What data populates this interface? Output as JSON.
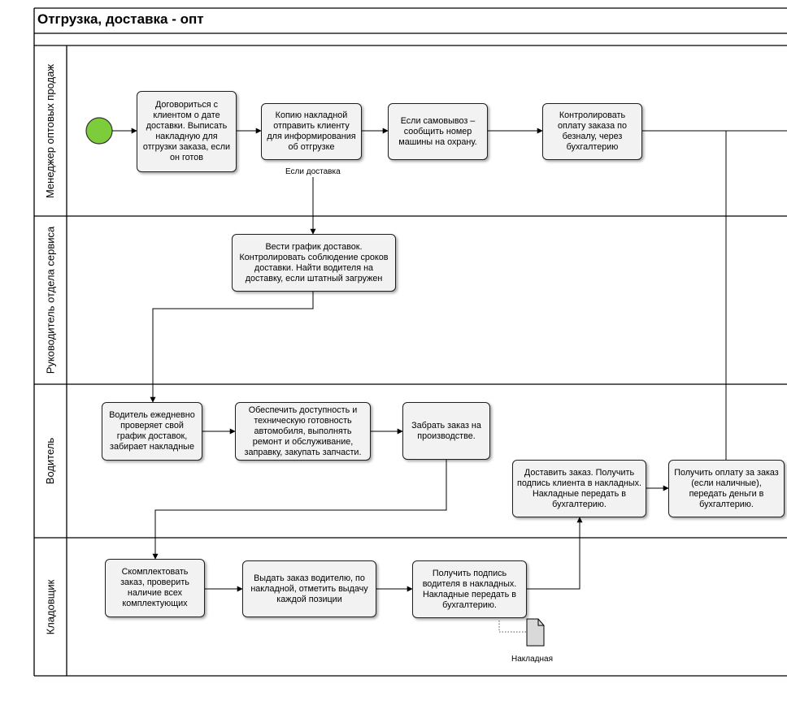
{
  "title": "Отгрузка, доставка - опт",
  "lanes": [
    "Менеджер оптовых продаж",
    "Руководитель отдела сервиса",
    "Водитель",
    "Кладовщик"
  ],
  "tasks": {
    "t1": "Договориться с клиентом о дате доставки. Выписать накладную для отгрузки заказа, если он готов",
    "t2": "Копию накладной отправить клиенту для информирования об отгрузке",
    "t3": "Если самовывоз – сообщить номер машины на охрану.",
    "t4": "Контролировать оплату заказа по безналу, через бухгалтерию",
    "t5": "Вести график доставок. Контролировать соблюдение сроков доставки. Найти водителя на доставку, если штатный загружен",
    "t6": "Водитель ежедневно проверяет свой график доставок, забирает накладные",
    "t7": "Обеспечить доступность и техническую готовность автомобиля, выполнять ремонт и обслуживание, заправку, закупать запчасти.",
    "t8": "Забрать заказ на производстве.",
    "t9": "Доставить заказ. Получить подпись клиента в накладных. Накладные передать в бухгалтерию.",
    "t10": "Получить оплату за заказ (если наличные), передать деньги в бухгалтерию.",
    "t11": "Скомплектовать заказ, проверить наличие всех комплектующих",
    "t12": "Выдать заказ водителю, по накладной, отметить выдачу каждой позиции",
    "t13": "Получить подпись водителя в накладных. Накладные передать в бухгалтерию."
  },
  "edge_label": "Если доставка",
  "document_label": "Накладная",
  "colors": {
    "start_event": "#7ccc3c",
    "task_fill": "#f2f2f2",
    "border": "#1f1f1f"
  }
}
